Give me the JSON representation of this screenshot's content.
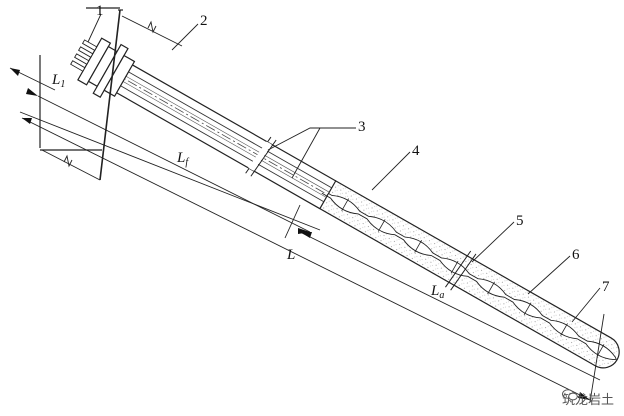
{
  "diagram": {
    "callouts": [
      "1",
      "2",
      "3",
      "4",
      "5",
      "6",
      "7"
    ],
    "dimensions": {
      "l1": {
        "main": "L",
        "sub": "1"
      },
      "lf": {
        "main": "L",
        "sub": "f"
      },
      "l": {
        "main": "L",
        "sub": ""
      },
      "la": {
        "main": "L",
        "sub": "a"
      }
    }
  },
  "watermark": {
    "text": "筑龙岩土",
    "icon": "wechat-logo-icon"
  }
}
